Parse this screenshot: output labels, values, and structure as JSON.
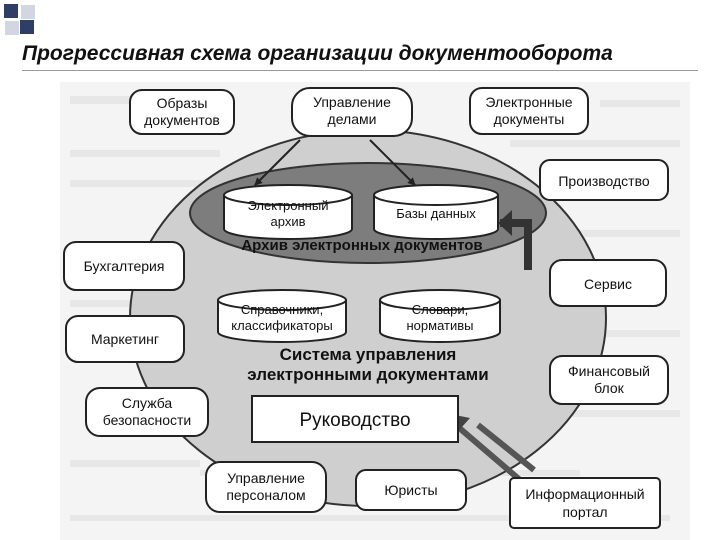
{
  "title": "Прогрессивная схема организации документооборота",
  "colors": {
    "square_dark": "#2f3e64",
    "square_light": "#d2d6e2",
    "ellipse_fill": "#cfcfcf",
    "inner_ellipse": "#7d7d7d"
  },
  "nodes": {
    "obrazy": [
      "Образы",
      "документов"
    ],
    "upravlenie_delami": [
      "Управление",
      "делами"
    ],
    "elektronnye_dokumenty": [
      "Электронные",
      "документы"
    ],
    "proizvodstvo": [
      "Производство"
    ],
    "buhgalteriya": [
      "Бухгалтерия"
    ],
    "servis": [
      "Сервис"
    ],
    "marketing": [
      "Маркетинг"
    ],
    "finansovyi_blok": [
      "Финансовый",
      "блок"
    ],
    "sluzhba_bezopasnosti": [
      "Служба",
      "безопасности"
    ],
    "upravlenie_personalom": [
      "Управление",
      "персоналом"
    ],
    "yuristy": [
      "Юристы"
    ],
    "informacionnyi_portal": [
      "Информационный",
      "портал"
    ],
    "rukovodstvo": [
      "Руководство"
    ]
  },
  "databases": {
    "elektronnyi_arhiv": [
      "Электронный",
      "архив"
    ],
    "bazy_dannyh": [
      "Базы данных"
    ],
    "spravochniki": [
      "Справочники,",
      "классификаторы"
    ],
    "slovari": [
      "Словари,",
      "нормативы"
    ]
  },
  "labels": {
    "arhiv": "Архив электронных документов",
    "system": [
      "Система управления",
      "электронными документами"
    ]
  }
}
